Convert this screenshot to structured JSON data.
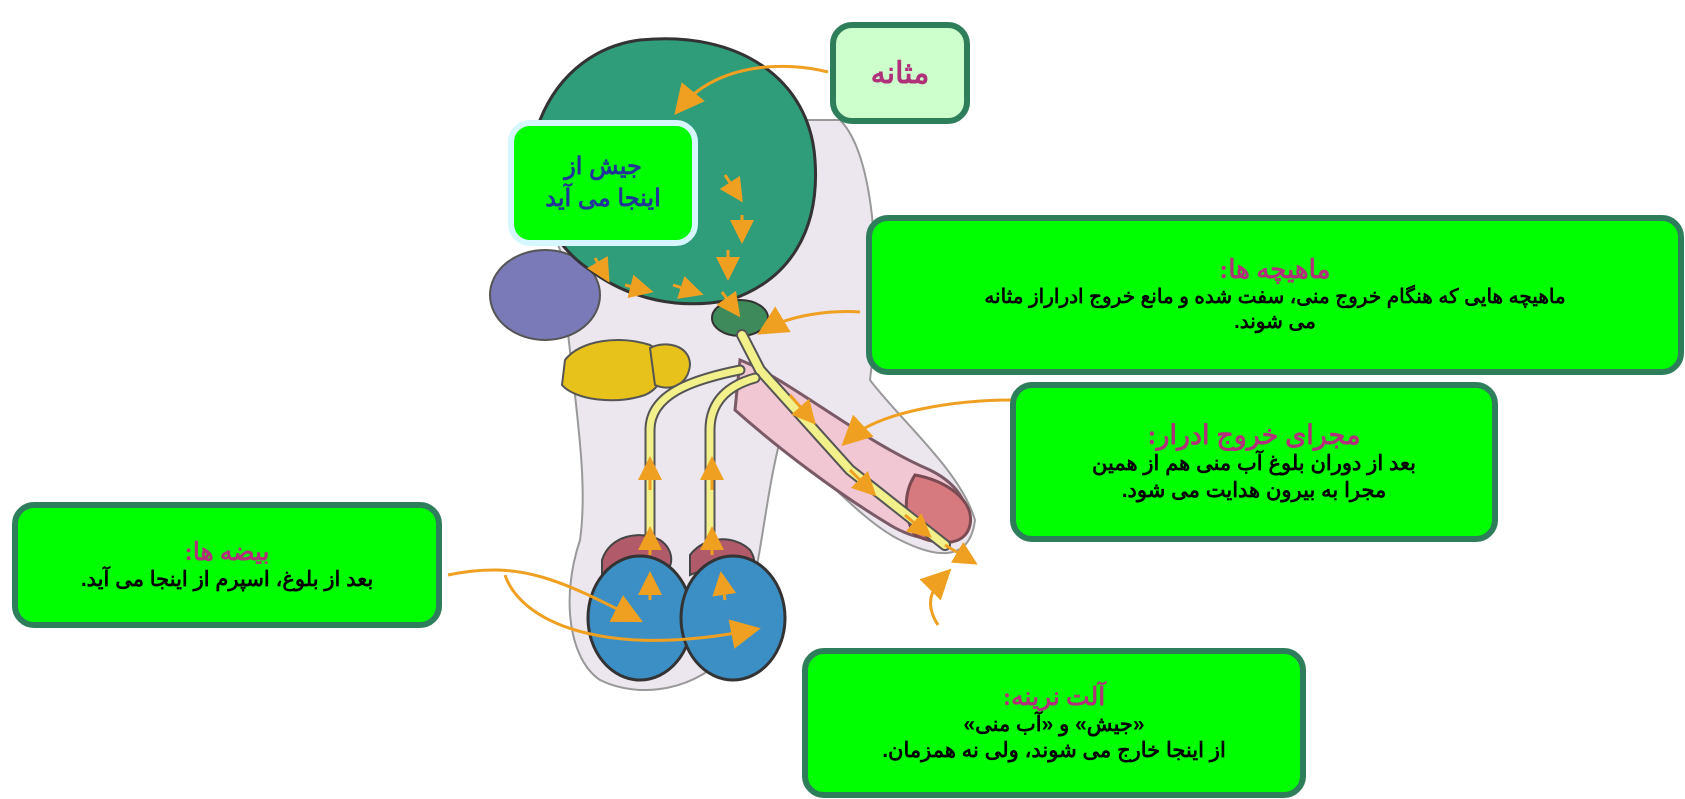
{
  "labels": {
    "bladder": {
      "title": "مثانه"
    },
    "urine": {
      "line1": "جیش از",
      "line2": "اینجا می آید"
    },
    "muscles": {
      "title": "ماهیچه ها:",
      "line1": "ماهیچه هایی که هنگام خروج منی، سفت شده و مانع خروج ادراراز مثانه",
      "line2": "می شوند."
    },
    "urethra": {
      "title": "مجرای خروج ادرار:",
      "line1": "بعد از دوران بلوغ آب منی هم از همین",
      "line2": "مجرا به بیرون هدایت می شود."
    },
    "testes": {
      "title": "بیضه ها:",
      "line1": "بعد از بلوغ، اسپرم از اینجا می آید."
    },
    "penis": {
      "title": "آلت نرینه:",
      "line1": "«جیش» و «آب منی»",
      "line2": "از اینجا خارج می شوند، ولی نه همزمان."
    }
  },
  "colors": {
    "box_fill": "#00ff00",
    "box_border": "#2e7d5b",
    "title_text": "#b0307a",
    "bladder": "#2f9c7a",
    "testes": "#3b8fc4",
    "arrows": "#f0a020",
    "ducts": "#f2f08a"
  }
}
